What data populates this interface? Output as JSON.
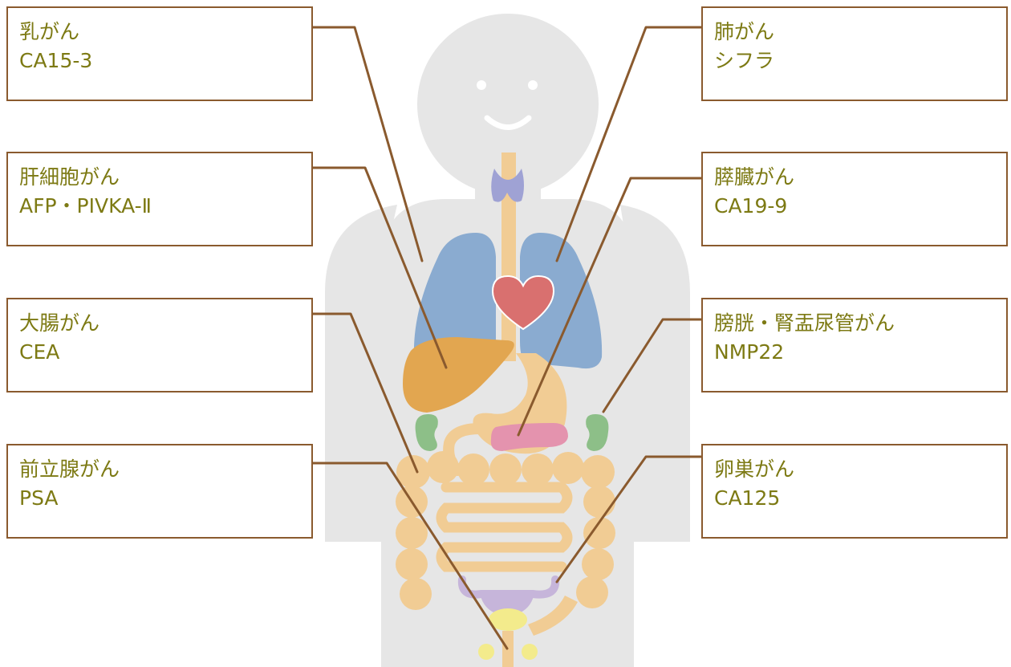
{
  "labels": {
    "breast": {
      "name": "乳がん",
      "marker": "CA15-3"
    },
    "liver": {
      "name": "肝細胞がん",
      "marker": "AFP・PIVKA-Ⅱ"
    },
    "colon": {
      "name": "大腸がん",
      "marker": "CEA"
    },
    "prostate": {
      "name": "前立腺がん",
      "marker": "PSA"
    },
    "lung": {
      "name": "肺がん",
      "marker": "シフラ"
    },
    "pancreas": {
      "name": "膵臓がん",
      "marker": "CA19-9"
    },
    "bladder": {
      "name": "膀胱・腎盂尿管がん",
      "marker": "NMP22"
    },
    "ovary": {
      "name": "卵巣がん",
      "marker": "CA125"
    }
  },
  "colors": {
    "body": "#e6e6e6",
    "box_border": "#8a5a2e",
    "label_text": "#7d7a14",
    "leader_line": "#8a5a2e",
    "lungs": "#8aabd0",
    "heart": "#d9706f",
    "liver": "#e2a650",
    "digestive": "#f1cc94",
    "kidneys": "#8dbf88",
    "pancreas": "#e493ae",
    "thyroid": "#9fa2d4",
    "uterus": "#c6b5da",
    "bladder": "#f3eb8c"
  }
}
